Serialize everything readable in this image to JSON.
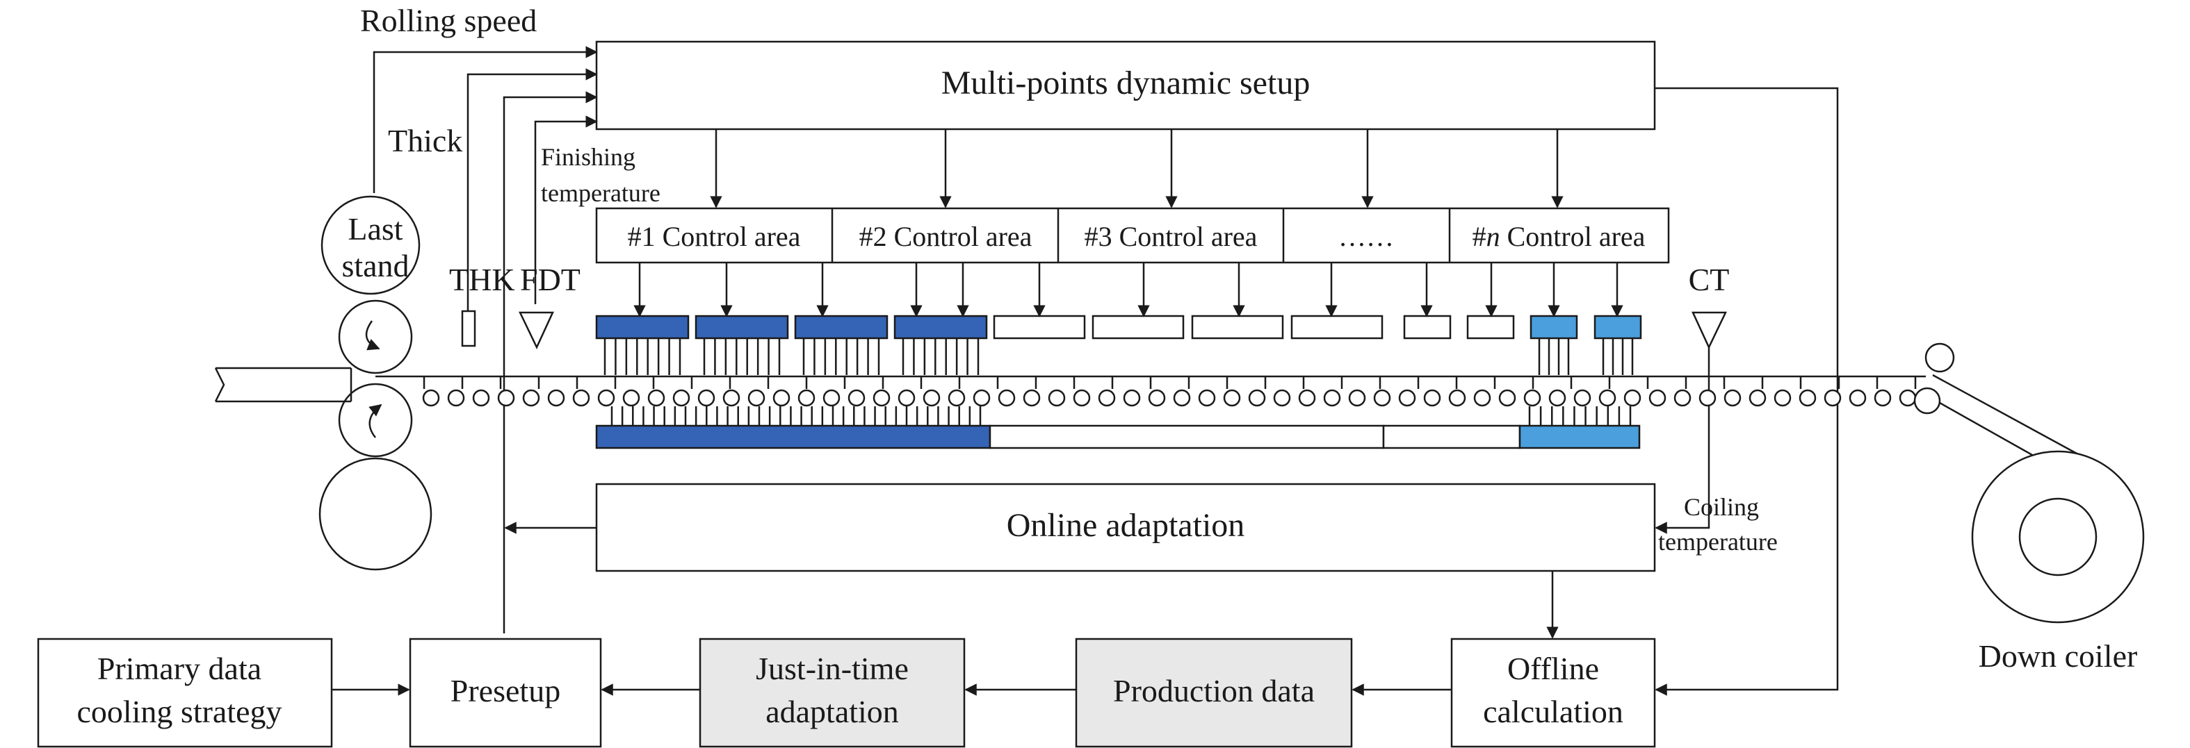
{
  "labels": {
    "rolling_speed": "Rolling speed",
    "thick": "Thick",
    "finishing_temp_line1": "Finishing",
    "finishing_temp_line2": "temperature",
    "last_stand_line1": "Last",
    "last_stand_line2": "stand",
    "thk": "THK",
    "fdt": "FDT",
    "ct": "CT",
    "coiling_temp_line1": "Coiling",
    "coiling_temp_line2": "temperature",
    "down_coiler": "Down coiler"
  },
  "boxes": {
    "multi_points_setup": "Multi-points dynamic setup",
    "online_adaptation": "Online adaptation",
    "primary_data_line1": "Primary data",
    "primary_data_line2": "cooling strategy",
    "presetup": "Presetup",
    "jit_line1": "Just-in-time",
    "jit_line2": "adaptation",
    "production_data": "Production data",
    "offline_line1": "Offline",
    "offline_line2": "calculation"
  },
  "control_areas": [
    {
      "prefix": "#1",
      "suffix": " Control area"
    },
    {
      "prefix": "#2",
      "suffix": " Control area"
    },
    {
      "prefix": "#3",
      "suffix": " Control area"
    },
    {
      "prefix": "",
      "suffix": "……"
    },
    {
      "prefix": "#",
      "italic": "n",
      "suffix": " Control area"
    }
  ],
  "colors": {
    "active_header": "#3563b5",
    "fine_header": "#4a9fdc",
    "inactive_header": "#ffffff",
    "line": "#1a1a1a",
    "gray_box": "#e8e8e8"
  }
}
